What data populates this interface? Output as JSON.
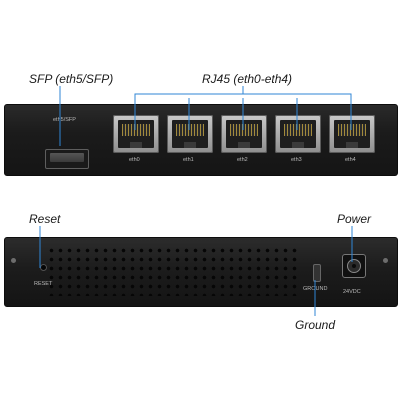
{
  "callouts": {
    "sfp": "SFP (eth5/SFP)",
    "rj45": "RJ45 (eth0-eth4)",
    "reset": "Reset",
    "power": "Power",
    "ground": "Ground"
  },
  "front_panel": {
    "sfp_label": "eth5/SFP",
    "ports": [
      "eth0",
      "eth1",
      "eth2",
      "eth3",
      "eth4"
    ]
  },
  "back_panel": {
    "reset_label": "RESET",
    "ground_label": "GROUND",
    "power_label": "24VDC"
  },
  "colors": {
    "callout_line": "#2f86d6",
    "panel": "#1e1e1e"
  }
}
